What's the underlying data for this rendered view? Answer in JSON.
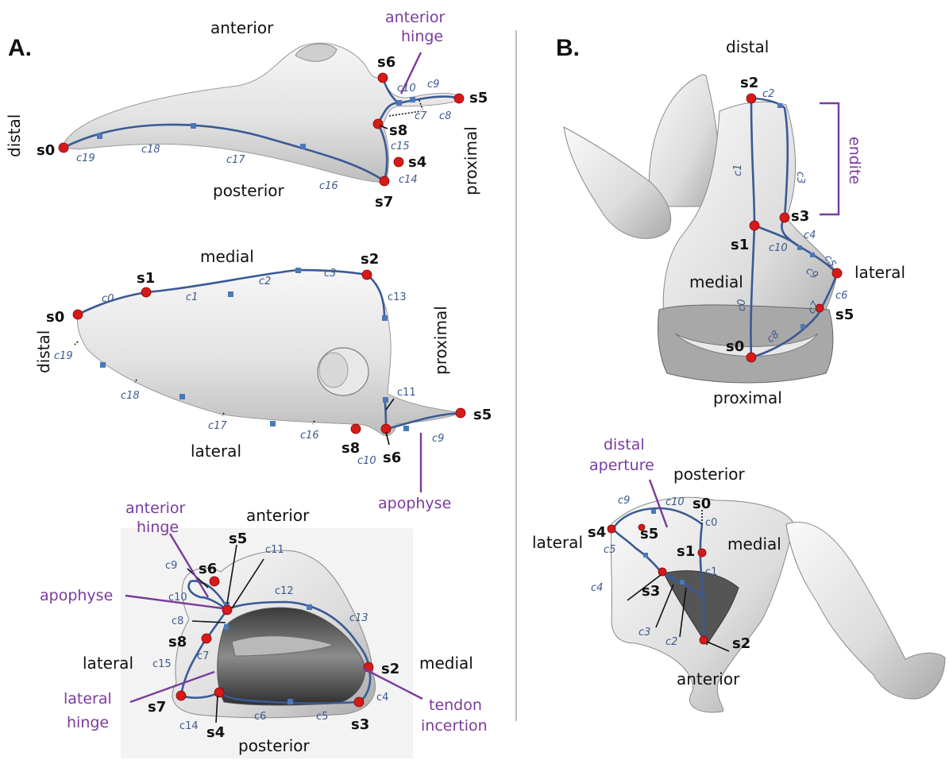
{
  "panels": {
    "a": "A.",
    "b": "B."
  },
  "colors": {
    "curve": "#3a5a94",
    "landmark": "#d51a1a",
    "annotation": "#7a3b9c",
    "semilandmark": "#4a78b8"
  },
  "view1": {
    "dirs": {
      "anterior": "anterior",
      "posterior": "posterior",
      "distal": "distal",
      "proximal": "proximal"
    },
    "anno": {
      "hinge1": "anterior",
      "hinge2": "hinge"
    },
    "pts": {
      "s0": "s0",
      "s4": "s4",
      "s5": "s5",
      "s6": "s6",
      "s7": "s7",
      "s8": "s8"
    },
    "crv": {
      "c7": "c7",
      "c8": "c8",
      "c9": "c9",
      "c10": "c10",
      "c14": "c14",
      "c15": "c15",
      "c16": "c16",
      "c17": "c17",
      "c18": "c18",
      "c19": "c19"
    }
  },
  "view2": {
    "dirs": {
      "medial": "medial",
      "lateral": "lateral",
      "distal": "distal",
      "proximal": "proximal"
    },
    "anno": {
      "apophyse": "apophyse"
    },
    "pts": {
      "s0": "s0",
      "s1": "s1",
      "s2": "s2",
      "s5": "s5",
      "s6": "s6",
      "s8": "s8"
    },
    "crv": {
      "c0": "c0",
      "c1": "c1",
      "c2": "c2",
      "c3": "c3",
      "c9": "c9",
      "c10": "c10",
      "c11": "c11",
      "c13": "c13",
      "c16": "c16",
      "c17": "c17",
      "c18": "c18",
      "c19": "c19"
    }
  },
  "view3": {
    "dirs": {
      "anterior": "anterior",
      "posterior": "posterior",
      "lateral": "lateral",
      "medial": "medial"
    },
    "anno": {
      "ah1": "anterior",
      "ah2": "hinge",
      "apophyse": "apophyse",
      "lh1": "lateral",
      "lh2": "hinge",
      "ti1": "tendon",
      "ti2": "incertion"
    },
    "pts": {
      "s2": "s2",
      "s3": "s3",
      "s4": "s4",
      "s5": "s5",
      "s6": "s6",
      "s7": "s7",
      "s8": "s8"
    },
    "crv": {
      "c4": "c4",
      "c5": "c5",
      "c6": "c6",
      "c7": "c7",
      "c8": "c8",
      "c9": "c9",
      "c10": "c10",
      "c11": "c11",
      "c12": "c12",
      "c13": "c13",
      "c14": "c14",
      "c15": "c15"
    }
  },
  "viewB1": {
    "dirs": {
      "distal": "distal",
      "proximal": "proximal",
      "medial": "medial",
      "lateral": "lateral"
    },
    "anno": {
      "endite": "endite"
    },
    "pts": {
      "s0": "s0",
      "s1": "s1",
      "s2": "s2",
      "s3": "s3",
      "s5": "s5"
    },
    "crv": {
      "c0": "c0",
      "c1": "c1",
      "c2": "c2",
      "c3": "c3",
      "c4": "c4",
      "c5": "c5",
      "c6": "c6",
      "c7": "c7",
      "c8": "c8",
      "c9": "c9",
      "c10": "c10"
    }
  },
  "viewB2": {
    "dirs": {
      "posterior": "posterior",
      "anterior": "anterior",
      "lateral": "lateral",
      "medial": "medial"
    },
    "anno": {
      "da1": "distal",
      "da2": "aperture"
    },
    "pts": {
      "s0": "s0",
      "s1": "s1",
      "s2": "s2",
      "s3": "s3",
      "s4": "s4",
      "s5": "s5"
    },
    "crv": {
      "c0": "c0",
      "c1": "c1",
      "c2": "c2",
      "c3": "c3",
      "c4": "c4",
      "c5": "c5",
      "c9": "c9",
      "c10": "c10"
    }
  }
}
